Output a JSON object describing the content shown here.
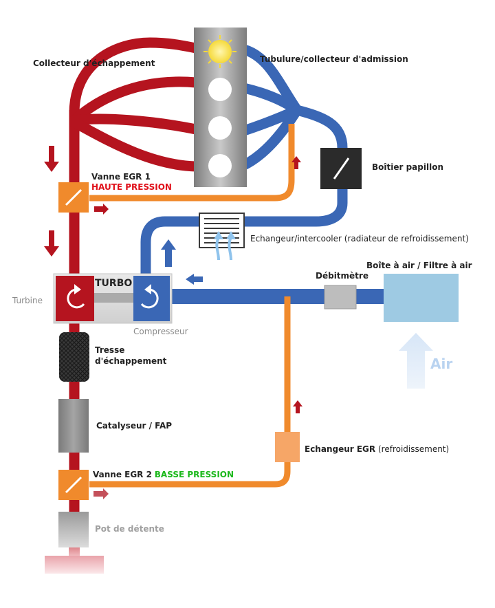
{
  "labels": {
    "collecteur_echappement": "Collecteur d'échappement",
    "tubulure_admission": "Tubulure/collecteur d'admission",
    "boitier_papillon": "Boîtier papillon",
    "vanne_egr1": "Vanne EGR 1",
    "haute_pression": "HAUTE PRESSION",
    "echangeur_intercooler": "Echangeur/intercooler (radiateur de refroidissement)",
    "boite_air": "Boîte à air / Filtre à air",
    "debitmetre": "Débitmètre",
    "turbo": "TURBO",
    "turbine": "Turbine",
    "compresseur": "Compresseur",
    "tresse_line1": "Tresse",
    "tresse_line2": "d'échappement",
    "air": "Air",
    "catalyseur": "Catalyseur / FAP",
    "echangeur_egr": "Echangeur EGR",
    "refroidissement": "(refroidissement)",
    "vanne_egr2": "Vanne EGR 2",
    "basse_pression": "BASSE PRESSION",
    "pot_detente": "Pot de détente"
  },
  "colors": {
    "exhaust": "#b5141f",
    "intake": "#3a67b5",
    "egr": "#f08a2c",
    "component_grey": "#9d9d9d",
    "air_box": "#9ecae3",
    "throttle": "#2b2b2b"
  }
}
